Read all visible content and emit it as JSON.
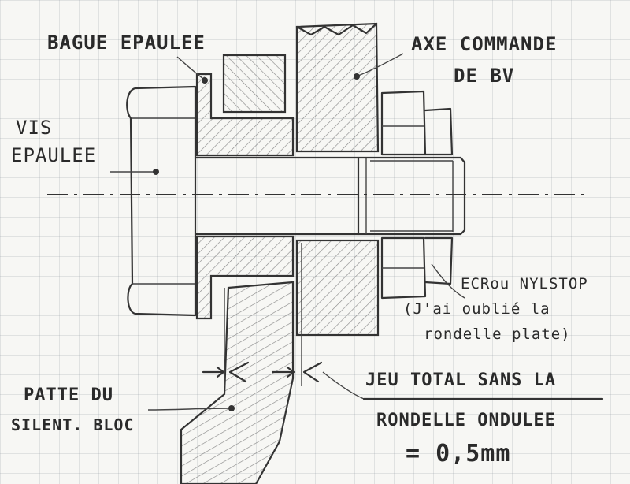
{
  "labels": {
    "bague_epaulee": "BAGUE EPAULEE",
    "axe_line1": "AXE  COMMANDE",
    "axe_line2": "DE BV",
    "vis_line1": "VIS",
    "vis_line2": "EPAULEE",
    "ecrou_line1": "ECRou NYLSTOP",
    "ecrou_line2": "(J'ai oublié la",
    "ecrou_line3": "rondelle plate)",
    "jeu_line1": "JEU TOTAL SANS LA",
    "jeu_line2": "RONDELLE ONDULEE",
    "jeu_line3": "= 0,5mm",
    "patte_line1": "PATTE DU",
    "patte_line2": "SILENT. BLOC"
  },
  "colors": {
    "ink": "#333333",
    "hatch": "#8a8a8a",
    "grid": "#c8ccd0",
    "paper": "#f7f7f4"
  }
}
